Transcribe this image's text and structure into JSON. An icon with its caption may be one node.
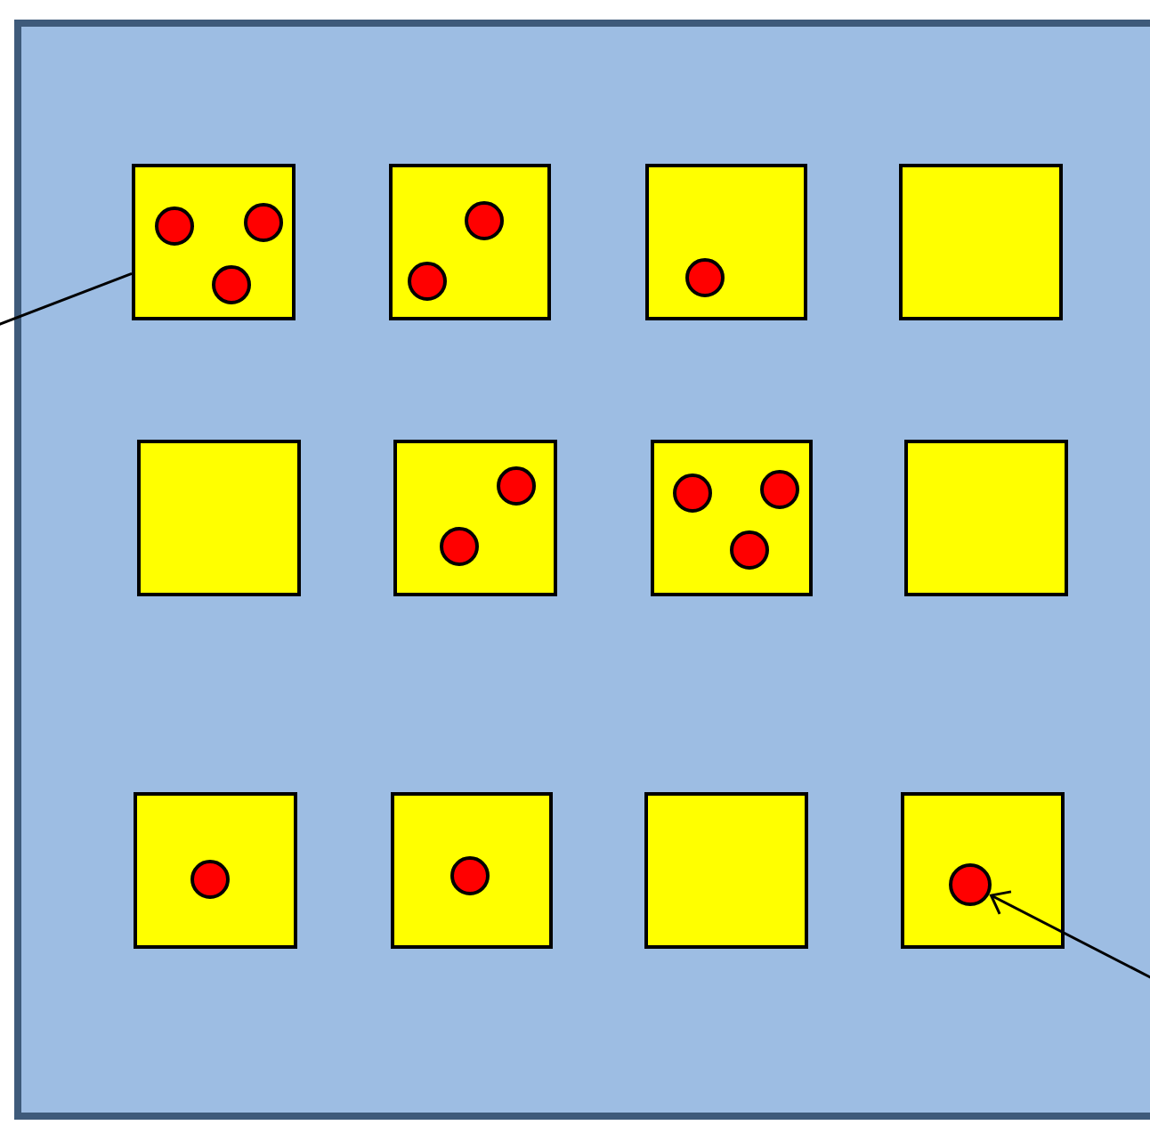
{
  "diagram": {
    "nodes": [
      {
        "text": [],
        "shape": "box"
      },
      {
        "text": [],
        "shape": "box",
        "in": 0
      },
      {
        "text": [],
        "shape": "box",
        "in": 0
      },
      {
        "text": [],
        "shape": "box",
        "in": 0
      },
      {
        "text": [],
        "shape": "box",
        "in": 0
      },
      {
        "text": [],
        "shape": "box",
        "in": 0
      },
      {
        "text": [],
        "shape": "box",
        "in": 0
      },
      {
        "text": [],
        "shape": "box",
        "in": 0
      },
      {
        "text": [],
        "shape": "box",
        "in": 0
      },
      {
        "text": [],
        "shape": "box",
        "in": 0
      },
      {
        "text": [],
        "shape": "box",
        "in": 0
      },
      {
        "text": [],
        "shape": "box",
        "in": 0
      },
      {
        "text": [],
        "shape": "box",
        "in": 0
      },
      {
        "text": [],
        "shape": "circle",
        "in": 12
      }
    ],
    "edges": [
      {
        "from": null,
        "to": 1,
        "arrow": "none"
      },
      {
        "from": null,
        "to": 13,
        "arrow": "to"
      }
    ]
  }
}
